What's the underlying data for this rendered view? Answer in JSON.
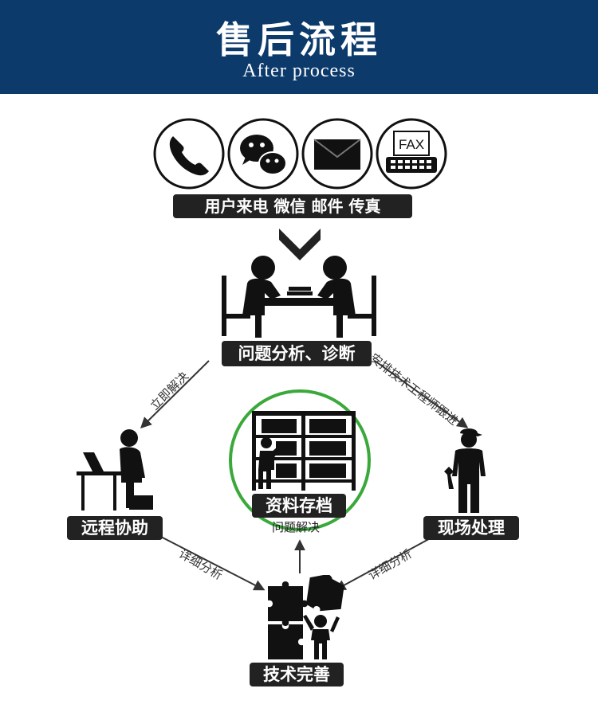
{
  "header": {
    "title_cn": "售后流程",
    "title_en": "After process"
  },
  "contact": {
    "label": "用户来电  微信 邮件 传真",
    "fax_text": "FAX"
  },
  "nodes": {
    "diagnosis": "问题分析、诊断",
    "remote": "远程协助",
    "archive": "资料存档",
    "archive_sub": "问题解决",
    "onsite": "现场处理",
    "improve": "技术完善"
  },
  "arrows": {
    "immediate": "立即解决",
    "dispatch": "安排技术工程师跟进",
    "analysis_left": "详细分析",
    "analysis_right": "详细分析"
  },
  "colors": {
    "header_bg": "#0c3a6b",
    "label_bg": "#222222",
    "archive_ring": "#3aa83a",
    "icon": "#111111"
  }
}
